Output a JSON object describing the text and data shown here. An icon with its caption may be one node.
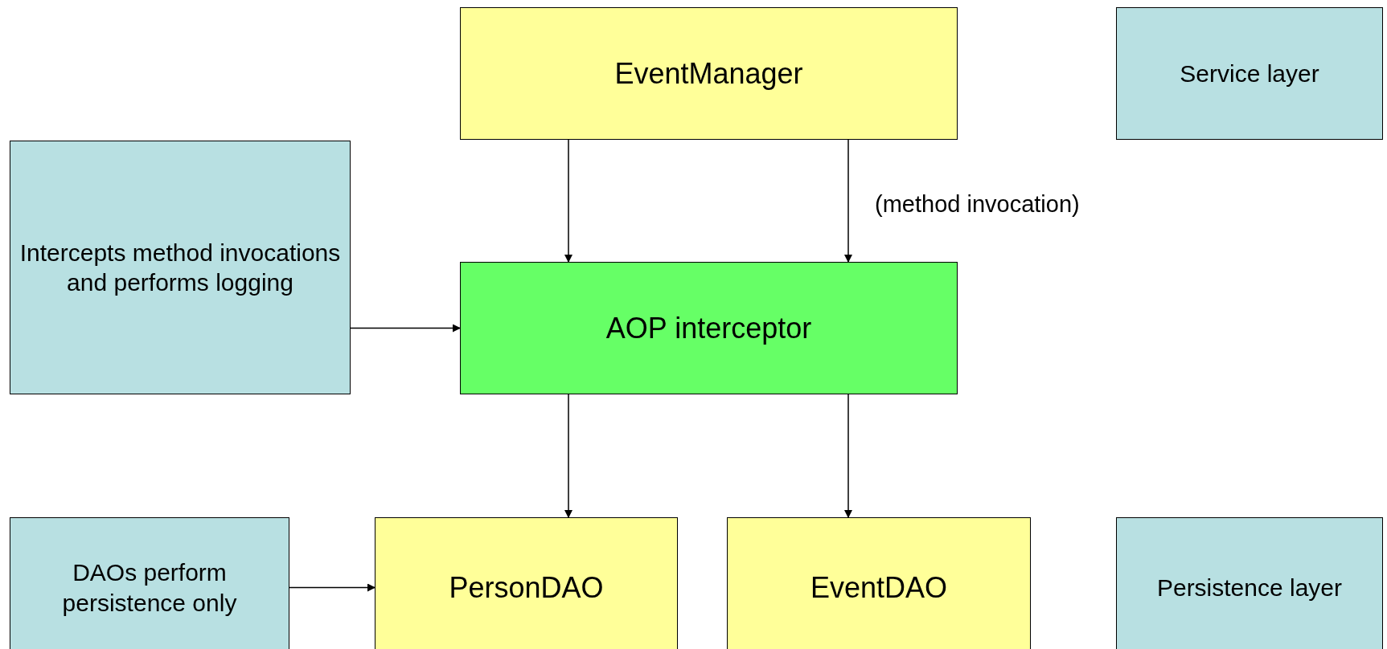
{
  "diagram": {
    "nodes": [
      {
        "text": [
          "EventManager"
        ]
      },
      {
        "text": [
          "Service layer"
        ]
      },
      {
        "text": [
          "Intercepts method invocations and performs logging"
        ]
      },
      {
        "text": [
          "AOP interceptor"
        ]
      },
      {
        "text": [
          "DAOs perform persistence only"
        ]
      },
      {
        "text": [
          "PersonDAO"
        ]
      },
      {
        "text": [
          "EventDAO"
        ]
      },
      {
        "text": [
          "Persistence layer"
        ]
      }
    ],
    "edges": [
      {
        "from": 0,
        "to": 3,
        "arrow": "to"
      },
      {
        "from": 0,
        "to": 3,
        "arrow": "to",
        "label": "(method invocation)"
      },
      {
        "from": 2,
        "to": 3,
        "arrow": "to"
      },
      {
        "from": 3,
        "to": 5,
        "arrow": "to"
      },
      {
        "from": 3,
        "to": 6,
        "arrow": "to"
      },
      {
        "from": 4,
        "to": 5,
        "arrow": "to"
      }
    ]
  }
}
